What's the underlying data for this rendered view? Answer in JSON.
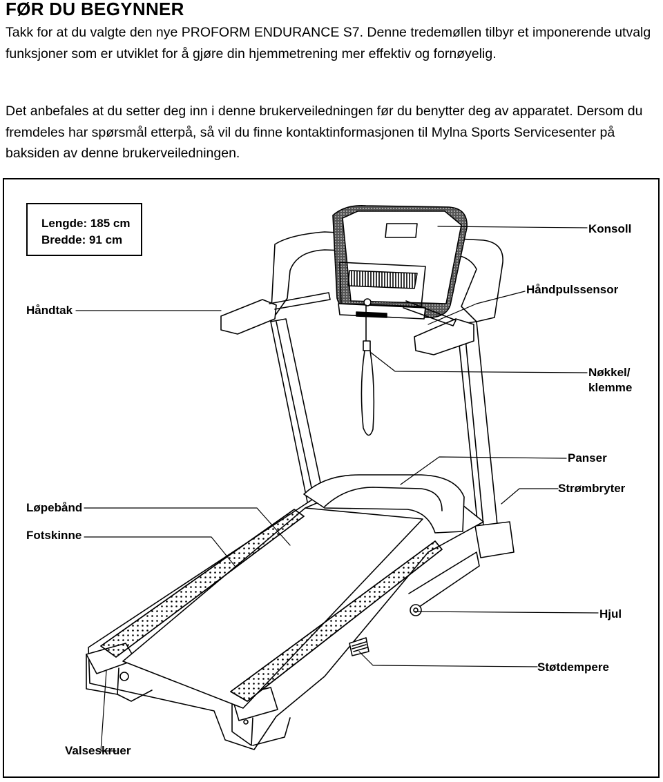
{
  "document": {
    "heading": "FØR DU BEGYNNER",
    "paragraphs": [
      "Takk for at du valgte den nye PROFORM ENDURANCE S7. Denne tredemøllen tilbyr et imponerende utvalg funksjoner som er utviklet for å gjøre din hjemmetrening mer effektiv og fornøyelig.",
      "Det anbefales at du setter deg inn i denne brukerveiledningen før du benytter deg av apparatet. Dersom du fremdeles har spørsmål etterpå, så vil du finne  kontaktinformasjonen til Mylna Sports Servicesenter på baksiden av denne brukerveiledningen."
    ]
  },
  "diagram": {
    "dimensions": {
      "length": "Lengde: 185 cm",
      "width": "Bredde: 91 cm"
    },
    "labels": {
      "console": "Konsoll",
      "handle": "Håndtak",
      "pulse_sensor": "Håndpulssensor",
      "key_clip_1": "Nøkkel/",
      "key_clip_2": "klemme",
      "hood": "Panser",
      "power_switch": "Strømbryter",
      "walking_belt": "Løpebånd",
      "foot_rail": "Fotskinne",
      "wheel": "Hjul",
      "shock_absorbers": "Støtdempere",
      "roller_bolts": "Valseskruer"
    }
  }
}
